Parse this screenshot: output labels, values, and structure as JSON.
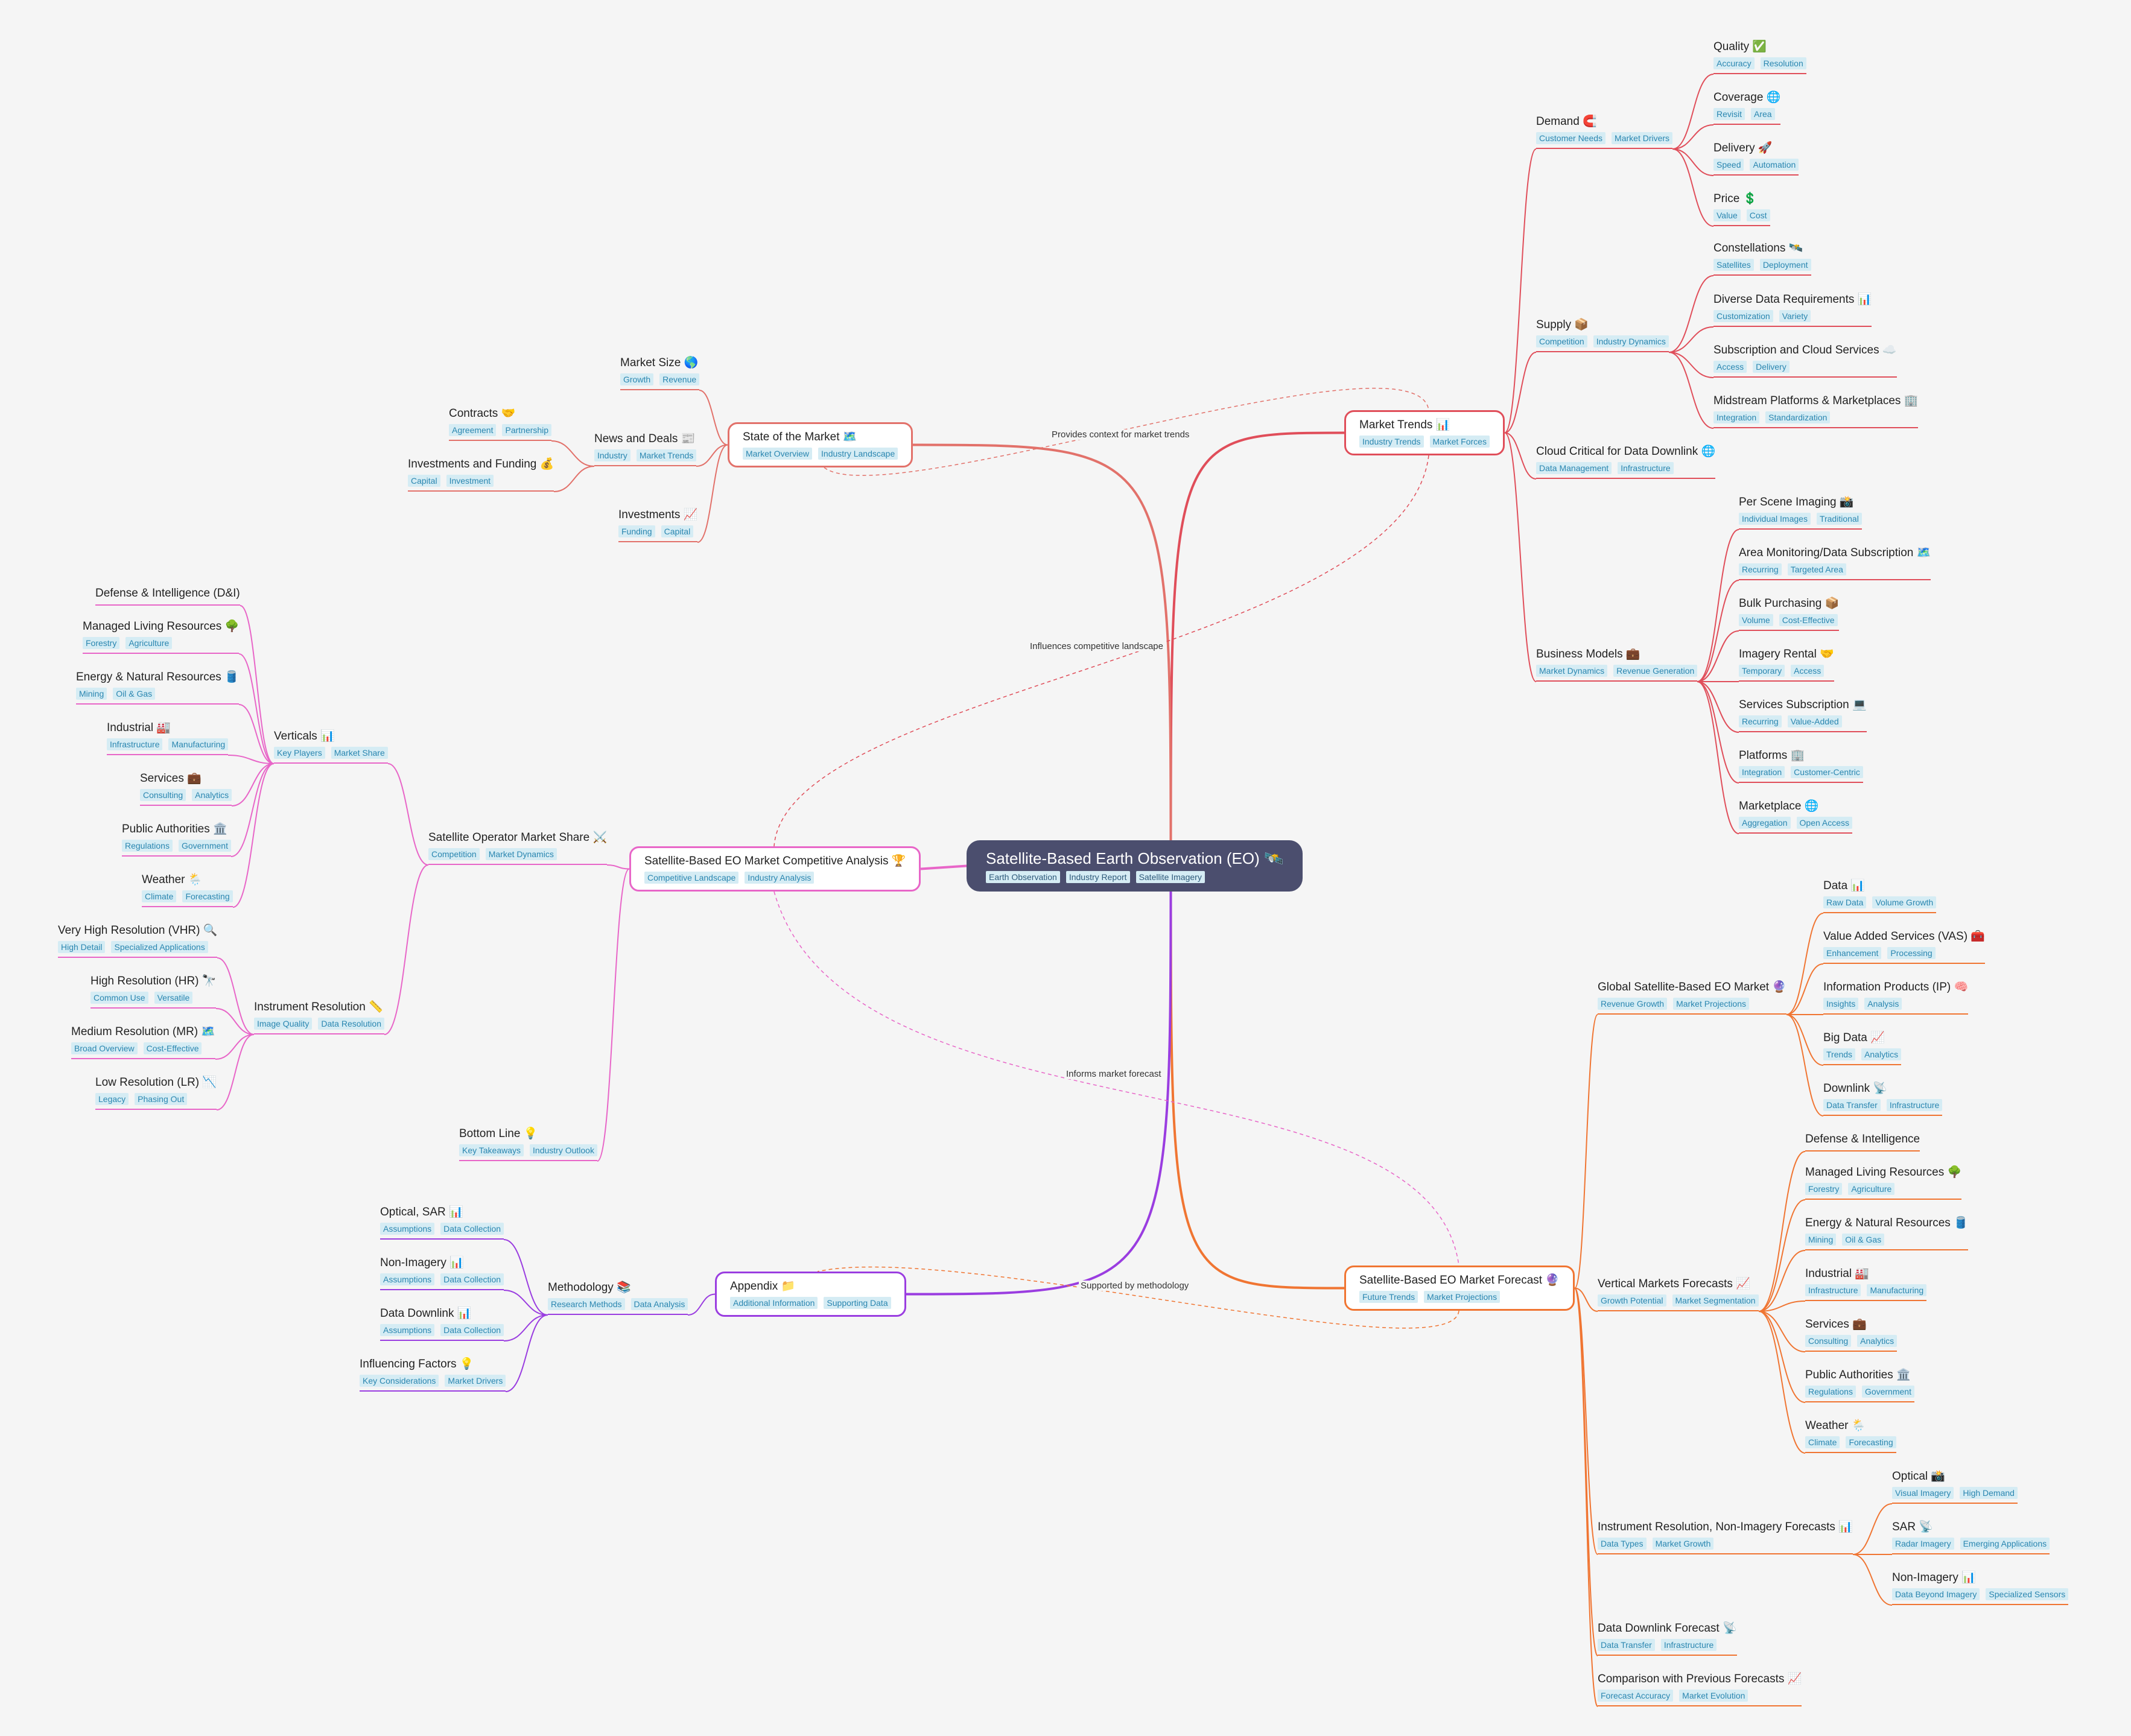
{
  "root": {
    "title": "Satellite-Based Earth Observation (EO) 🛰️",
    "tags": [
      "Earth Observation",
      "Industry Report",
      "Satellite Imagery"
    ]
  },
  "branch_colors": {
    "trends": "#e04e5a",
    "state": "#e2716a",
    "forecast": "#f07532",
    "competitive": "#e866c8",
    "appendix": "#9a3de0"
  },
  "cross_links": {
    "provides_context": "Provides context for market trends",
    "influences": "Influences competitive landscape",
    "informs": "Informs market forecast",
    "supported": "Supported by methodology"
  },
  "nodes": {
    "trends": {
      "title": "Market Trends 📊",
      "tags": [
        "Industry Trends",
        "Market Forces"
      ]
    },
    "demand": {
      "title": "Demand 🧲",
      "tags": [
        "Customer Needs",
        "Market Drivers"
      ]
    },
    "quality": {
      "title": "Quality ✅",
      "tags": [
        "Accuracy",
        "Resolution"
      ]
    },
    "coverage": {
      "title": "Coverage 🌐",
      "tags": [
        "Revisit",
        "Area"
      ]
    },
    "delivery": {
      "title": "Delivery 🚀",
      "tags": [
        "Speed",
        "Automation"
      ]
    },
    "price": {
      "title": "Price 💲",
      "tags": [
        "Value",
        "Cost"
      ]
    },
    "supply": {
      "title": "Supply 📦",
      "tags": [
        "Competition",
        "Industry Dynamics"
      ]
    },
    "constellations": {
      "title": "Constellations 🛰️",
      "tags": [
        "Satellites",
        "Deployment"
      ]
    },
    "diverse": {
      "title": "Diverse Data Requirements 📊",
      "tags": [
        "Customization",
        "Variety"
      ]
    },
    "subscription_cloud": {
      "title": "Subscription and Cloud Services ☁️",
      "tags": [
        "Access",
        "Delivery"
      ]
    },
    "midstream": {
      "title": "Midstream Platforms & Marketplaces 🏢",
      "tags": [
        "Integration",
        "Standardization"
      ]
    },
    "cloud_critical": {
      "title": "Cloud Critical for Data Downlink 🌐",
      "tags": [
        "Data Management",
        "Infrastructure"
      ]
    },
    "business_models": {
      "title": "Business Models 💼",
      "tags": [
        "Market Dynamics",
        "Revenue Generation"
      ]
    },
    "per_scene": {
      "title": "Per Scene Imaging 📸",
      "tags": [
        "Individual Images",
        "Traditional"
      ]
    },
    "area_monitoring": {
      "title": "Area Monitoring/Data Subscription 🗺️",
      "tags": [
        "Recurring",
        "Targeted Area"
      ]
    },
    "bulk": {
      "title": "Bulk Purchasing 📦",
      "tags": [
        "Volume",
        "Cost-Effective"
      ]
    },
    "imagery_rental": {
      "title": "Imagery Rental 🤝",
      "tags": [
        "Temporary",
        "Access"
      ]
    },
    "services_sub": {
      "title": "Services Subscription 💻",
      "tags": [
        "Recurring",
        "Value-Added"
      ]
    },
    "platforms": {
      "title": "Platforms 🏢",
      "tags": [
        "Integration",
        "Customer-Centric"
      ]
    },
    "marketplace": {
      "title": "Marketplace 🌐",
      "tags": [
        "Aggregation",
        "Open Access"
      ]
    },
    "state": {
      "title": "State of the Market 🗺️",
      "tags": [
        "Market Overview",
        "Industry Landscape"
      ]
    },
    "market_size": {
      "title": "Market Size 🌎",
      "tags": [
        "Growth",
        "Revenue"
      ]
    },
    "news": {
      "title": "News and Deals 📰",
      "tags": [
        "Industry",
        "Market Trends"
      ]
    },
    "contracts": {
      "title": "Contracts 🤝",
      "tags": [
        "Agreement",
        "Partnership"
      ]
    },
    "inv_funding": {
      "title": "Investments and Funding 💰",
      "tags": [
        "Capital",
        "Investment"
      ]
    },
    "investments": {
      "title": "Investments 📈",
      "tags": [
        "Funding",
        "Capital"
      ]
    },
    "competitive": {
      "title": "Satellite-Based EO Market Competitive Analysis 🏆",
      "tags": [
        "Competitive Landscape",
        "Industry Analysis"
      ]
    },
    "operator_share": {
      "title": "Satellite Operator Market Share ⚔️",
      "tags": [
        "Competition",
        "Market Dynamics"
      ]
    },
    "verticals": {
      "title": "Verticals 📊",
      "tags": [
        "Key Players",
        "Market Share"
      ]
    },
    "v_defense": {
      "title": "Defense & Intelligence (D&I)",
      "tags": []
    },
    "v_living": {
      "title": "Managed Living Resources 🌳",
      "tags": [
        "Forestry",
        "Agriculture"
      ]
    },
    "v_energy": {
      "title": "Energy & Natural Resources 🛢️",
      "tags": [
        "Mining",
        "Oil & Gas"
      ]
    },
    "v_industrial": {
      "title": "Industrial 🏭",
      "tags": [
        "Infrastructure",
        "Manufacturing"
      ]
    },
    "v_services": {
      "title": "Services 💼",
      "tags": [
        "Consulting",
        "Analytics"
      ]
    },
    "v_public": {
      "title": "Public Authorities 🏛️",
      "tags": [
        "Regulations",
        "Government"
      ]
    },
    "v_weather": {
      "title": "Weather 🌦️",
      "tags": [
        "Climate",
        "Forecasting"
      ]
    },
    "instrument": {
      "title": "Instrument Resolution 📏",
      "tags": [
        "Image Quality",
        "Data Resolution"
      ]
    },
    "vhr": {
      "title": "Very High Resolution (VHR) 🔍",
      "tags": [
        "High Detail",
        "Specialized Applications"
      ]
    },
    "hr": {
      "title": "High Resolution (HR) 🔭",
      "tags": [
        "Common Use",
        "Versatile"
      ]
    },
    "mr": {
      "title": "Medium Resolution (MR) 🗺️",
      "tags": [
        "Broad Overview",
        "Cost-Effective"
      ]
    },
    "lr": {
      "title": "Low Resolution (LR) 📉",
      "tags": [
        "Legacy",
        "Phasing Out"
      ]
    },
    "bottom_line": {
      "title": "Bottom Line 💡",
      "tags": [
        "Key Takeaways",
        "Industry Outlook"
      ]
    },
    "appendix": {
      "title": "Appendix 📁",
      "tags": [
        "Additional Information",
        "Supporting Data"
      ]
    },
    "methodology": {
      "title": "Methodology 📚",
      "tags": [
        "Research Methods",
        "Data Analysis"
      ]
    },
    "optical_sar": {
      "title": "Optical, SAR 📊",
      "tags": [
        "Assumptions",
        "Data Collection"
      ]
    },
    "non_imagery_m": {
      "title": "Non-Imagery 📊",
      "tags": [
        "Assumptions",
        "Data Collection"
      ]
    },
    "downlink_m": {
      "title": "Data Downlink 📊",
      "tags": [
        "Assumptions",
        "Data Collection"
      ]
    },
    "influencing": {
      "title": "Influencing Factors 💡",
      "tags": [
        "Key Considerations",
        "Market Drivers"
      ]
    },
    "forecast": {
      "title": "Satellite-Based EO Market Forecast 🔮",
      "tags": [
        "Future Trends",
        "Market Projections"
      ]
    },
    "global": {
      "title": "Global Satellite-Based EO Market 🔮",
      "tags": [
        "Revenue Growth",
        "Market Projections"
      ]
    },
    "g_data": {
      "title": "Data 📊",
      "tags": [
        "Raw Data",
        "Volume Growth"
      ]
    },
    "g_vas": {
      "title": "Value Added Services (VAS) 🧰",
      "tags": [
        "Enhancement",
        "Processing"
      ]
    },
    "g_ip": {
      "title": "Information Products (IP) 🧠",
      "tags": [
        "Insights",
        "Analysis"
      ]
    },
    "g_big": {
      "title": "Big Data 📈",
      "tags": [
        "Trends",
        "Analytics"
      ]
    },
    "g_downlink": {
      "title": "Downlink 📡",
      "tags": [
        "Data Transfer",
        "Infrastructure"
      ]
    },
    "vertical_fc": {
      "title": "Vertical Markets Forecasts 📈",
      "tags": [
        "Growth Potential",
        "Market Segmentation"
      ]
    },
    "f_defense": {
      "title": "Defense & Intelligence",
      "tags": []
    },
    "f_living": {
      "title": "Managed Living Resources 🌳",
      "tags": [
        "Forestry",
        "Agriculture"
      ]
    },
    "f_energy": {
      "title": "Energy & Natural Resources 🛢️",
      "tags": [
        "Mining",
        "Oil & Gas"
      ]
    },
    "f_industrial": {
      "title": "Industrial 🏭",
      "tags": [
        "Infrastructure",
        "Manufacturing"
      ]
    },
    "f_services": {
      "title": "Services 💼",
      "tags": [
        "Consulting",
        "Analytics"
      ]
    },
    "f_public": {
      "title": "Public Authorities 🏛️",
      "tags": [
        "Regulations",
        "Government"
      ]
    },
    "f_weather": {
      "title": "Weather 🌦️",
      "tags": [
        "Climate",
        "Forecasting"
      ]
    },
    "instr_fc": {
      "title": "Instrument Resolution, Non-Imagery Forecasts 📊",
      "tags": [
        "Data Types",
        "Market Growth"
      ]
    },
    "i_optical": {
      "title": "Optical 📸",
      "tags": [
        "Visual Imagery",
        "High Demand"
      ]
    },
    "i_sar": {
      "title": "SAR 📡",
      "tags": [
        "Radar Imagery",
        "Emerging Applications"
      ]
    },
    "i_nonimg": {
      "title": "Non-Imagery 📊",
      "tags": [
        "Data Beyond Imagery",
        "Specialized Sensors"
      ]
    },
    "downlink_fc": {
      "title": "Data Downlink Forecast 📡",
      "tags": [
        "Data Transfer",
        "Infrastructure"
      ]
    },
    "comparison": {
      "title": "Comparison with Previous Forecasts 📈",
      "tags": [
        "Forecast Accuracy",
        "Market Evolution"
      ]
    }
  }
}
